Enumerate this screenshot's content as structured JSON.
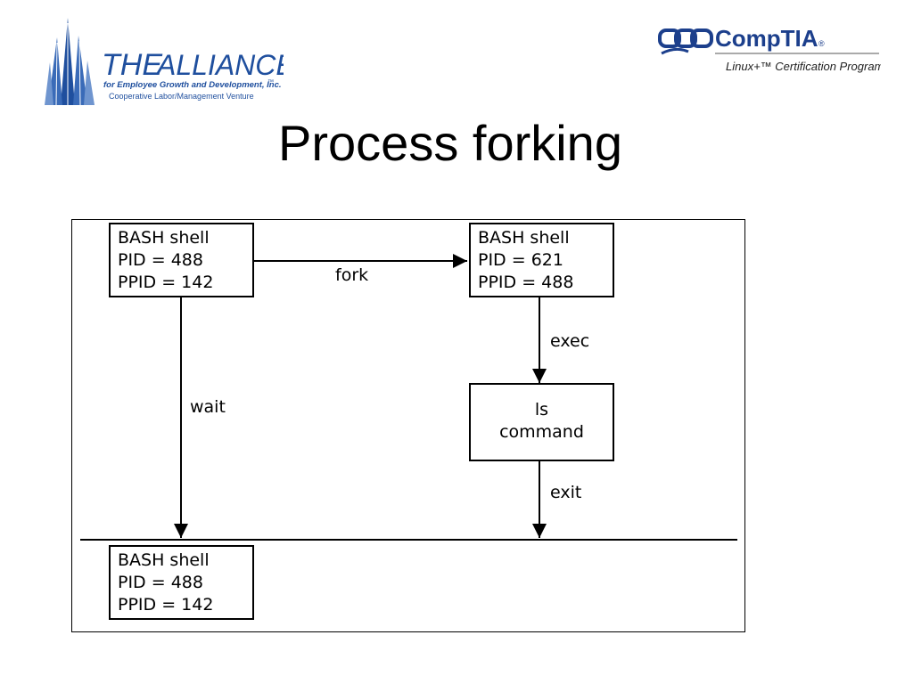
{
  "header": {
    "left_logo": {
      "name_part1": "THE",
      "name_part2": "ALLIANCE",
      "tagline": "for Employee Growth and Development, Inc.",
      "trademark": "™",
      "subtitle": "Cooperative Labor/Management Venture"
    },
    "right_logo": {
      "brand": "CompTIA",
      "registered": "®",
      "program": "Linux+™ Certification Program"
    }
  },
  "slide": {
    "title": "Process forking"
  },
  "diagram": {
    "parent_box": {
      "line1": "BASH shell",
      "line2": "PID = 488",
      "line3": "PPID = 142"
    },
    "child_box": {
      "line1": "BASH shell",
      "line2": "PID = 621",
      "line3": "PPID = 488"
    },
    "command_box": {
      "line1": "ls",
      "line2": "command"
    },
    "result_box": {
      "line1": "BASH shell",
      "line2": "PID = 488",
      "line3": "PPID = 142"
    },
    "labels": {
      "fork": "fork",
      "exec": "exec",
      "wait": "wait",
      "exit": "exit"
    }
  },
  "colors": {
    "logo_blue": "#1f4f9e",
    "comptia_blue": "#1c3f8c",
    "comptia_accent": "#c8102e"
  }
}
